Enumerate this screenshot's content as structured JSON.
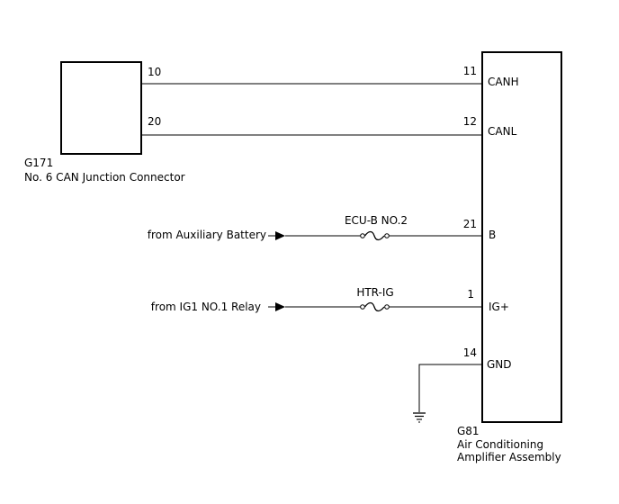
{
  "junction_connector": {
    "code": "G171",
    "name": "No. 6 CAN Junction Connector",
    "pins": [
      "10",
      "20"
    ]
  },
  "amplifier": {
    "code": "G81",
    "name_line1": "Air Conditioning",
    "name_line2": "Amplifier Assembly",
    "pins": [
      {
        "number": "11",
        "terminal": "CANH"
      },
      {
        "number": "12",
        "terminal": "CANL"
      },
      {
        "number": "21",
        "terminal": "B"
      },
      {
        "number": "1",
        "terminal": "IG+"
      },
      {
        "number": "14",
        "terminal": "GND"
      }
    ]
  },
  "sources": [
    {
      "label": "from Auxiliary Battery",
      "fuse": "ECU-B NO.2"
    },
    {
      "label": "from IG1 NO.1 Relay",
      "fuse": "HTR-IG"
    }
  ],
  "icons": [
    "arrow-right-icon",
    "fuse-icon",
    "ground-icon"
  ]
}
